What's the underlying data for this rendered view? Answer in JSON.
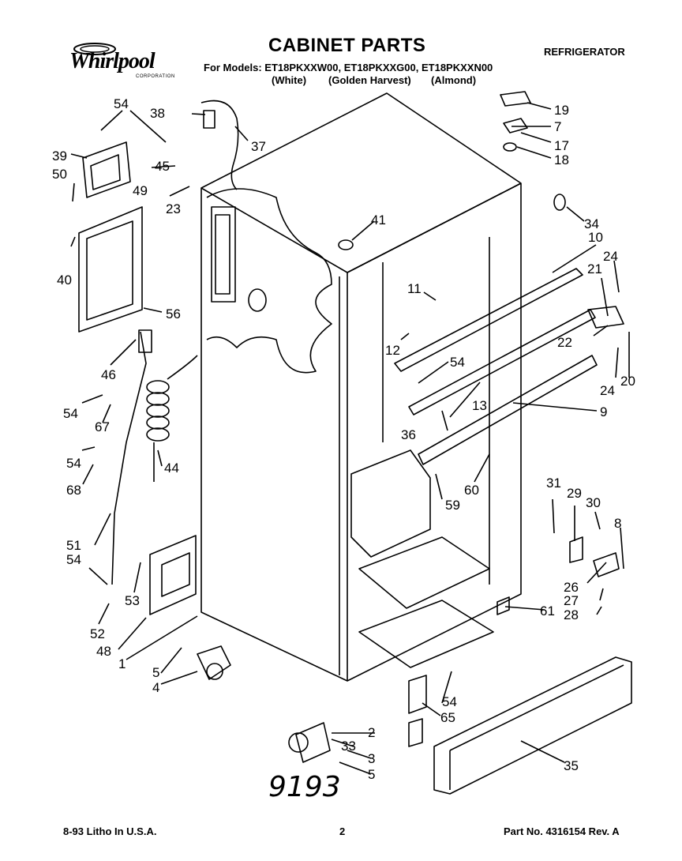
{
  "brand": {
    "name": "Whirlpool",
    "sub": "CORPORATION"
  },
  "header": {
    "title": "CABINET PARTS",
    "models": "For Models: ET18PKXXW00, ET18PKXXG00, ET18PKXXN00",
    "colors": [
      "(White)",
      "(Golden Harvest)",
      "(Almond)"
    ],
    "appliance": "REFRIGERATOR"
  },
  "handwritten": "9193",
  "footer": {
    "left": "8-93 Litho In U.S.A.",
    "center": "2",
    "right": "Part No. 4316154 Rev. A"
  },
  "callouts": [
    "54",
    "38",
    "37",
    "19",
    "7",
    "17",
    "18",
    "39",
    "50",
    "45",
    "49",
    "23",
    "41",
    "34",
    "10",
    "24",
    "21",
    "11",
    "22",
    "40",
    "56",
    "12",
    "54",
    "46",
    "13",
    "9",
    "20",
    "24",
    "54",
    "67",
    "36",
    "54",
    "68",
    "44",
    "60",
    "59",
    "31",
    "29",
    "30",
    "8",
    "51",
    "54",
    "53",
    "26",
    "27",
    "28",
    "61",
    "52",
    "48",
    "1",
    "5",
    "4",
    "2",
    "33",
    "3",
    "5",
    "54",
    "65",
    "35"
  ]
}
